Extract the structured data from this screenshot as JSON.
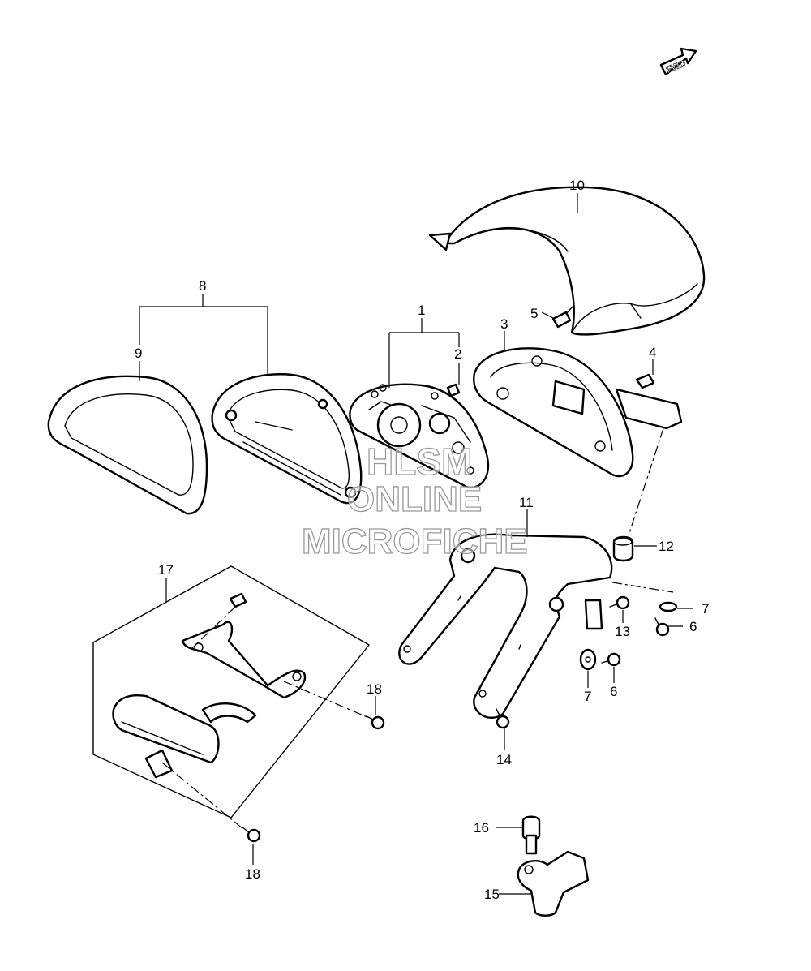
{
  "fwd_label": "FWD",
  "watermark": {
    "line1": "HLSM",
    "line2": "ONLINE",
    "line3": "MICROFICHE"
  },
  "callouts": {
    "c1": "1",
    "c2": "2",
    "c3": "3",
    "c4": "4",
    "c5": "5",
    "c6a": "6",
    "c6b": "6",
    "c7a": "7",
    "c7b": "7",
    "c8": "8",
    "c9": "9",
    "c10": "10",
    "c11": "11",
    "c12": "12",
    "c13": "13",
    "c14": "14",
    "c15": "15",
    "c16": "16",
    "c17": "17",
    "c18a": "18",
    "c18b": "18"
  }
}
